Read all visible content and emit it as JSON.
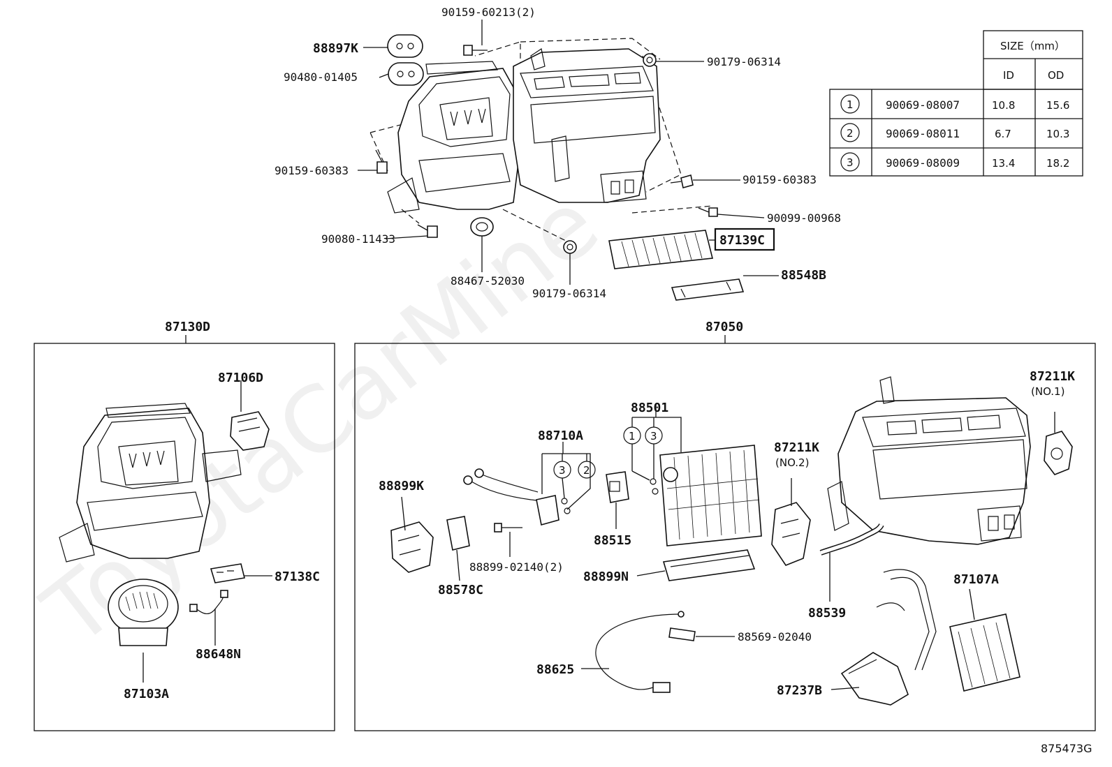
{
  "watermark": "ToyotaCarMine",
  "figure_code": "875473G",
  "group_labels": {
    "blower": "87130D",
    "unit": "87050"
  },
  "size_table": {
    "size_header": "SIZE（mm）",
    "col_id": "ID",
    "col_od": "OD",
    "rows": [
      {
        "key": "1",
        "part": "90069-08007",
        "id": "10.8",
        "od": "15.6"
      },
      {
        "key": "2",
        "part": "90069-08011",
        "id": "6.7",
        "od": "10.3"
      },
      {
        "key": "3",
        "part": "90069-08009",
        "id": "13.4",
        "od": "18.2"
      }
    ]
  },
  "parts_top": {
    "p88897k": "88897K",
    "p90480": "90480-01405",
    "p90159_60213": "90159-60213(2)",
    "p90179_a": "90179-06314",
    "p90159_60383_l": "90159-60383",
    "p90159_60383_r": "90159-60383",
    "p90099": "90099-00968",
    "p87139c": "87139C",
    "p88548b": "88548B",
    "p90080": "90080-11433",
    "p88467": "88467-52030",
    "p90179_b": "90179-06314"
  },
  "parts_left": {
    "p87106d": "87106D",
    "p87138c": "87138C",
    "p88648n": "88648N",
    "p87103a": "87103A"
  },
  "parts_right": {
    "p88501": "88501",
    "p88710a": "88710A",
    "p87211k_1": "87211K",
    "p87211k_1_note": "(NO.1)",
    "p87211k_2": "87211K",
    "p87211k_2_note": "(NO.2)",
    "p88899k": "88899K",
    "p88515": "88515",
    "p88899_02140": "88899-02140(2)",
    "p88578c": "88578C",
    "p88899n": "88899N",
    "p88539": "88539",
    "p87107a": "87107A",
    "p88569": "88569-02040",
    "p88625": "88625",
    "p87237b": "87237B"
  },
  "callouts": {
    "c1": "1",
    "c2": "2",
    "c3": "3"
  }
}
